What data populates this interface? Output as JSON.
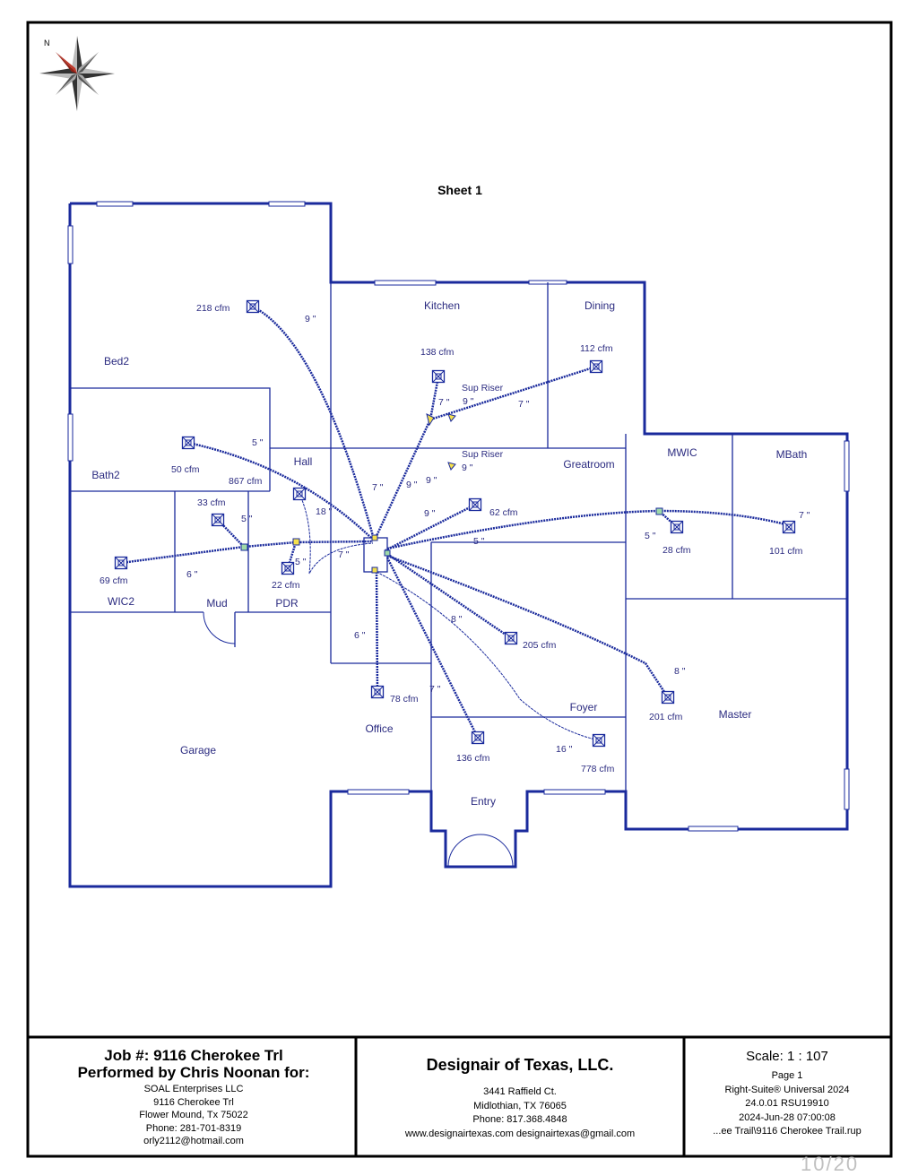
{
  "sheet_title": "Sheet 1",
  "north_label": "N",
  "rooms": {
    "bed2": "Bed2",
    "bath2": "Bath2",
    "hall": "Hall",
    "kitchen": "Kitchen",
    "dining": "Dining",
    "greatroom": "Greatroom",
    "mwic": "MWIC",
    "mbath": "MBath",
    "wic2": "WIC2",
    "mud": "Mud",
    "pdr": "PDR",
    "garage": "Garage",
    "office": "Office",
    "foyer": "Foyer",
    "master": "Master",
    "entry": "Entry"
  },
  "registers": [
    {
      "id": "bed2",
      "cfm": "218 cfm"
    },
    {
      "id": "kitchen",
      "cfm": "138 cfm"
    },
    {
      "id": "dining",
      "cfm": "112 cfm"
    },
    {
      "id": "bath2",
      "cfm": "50 cfm"
    },
    {
      "id": "hall",
      "cfm": "867 cfm"
    },
    {
      "id": "mud",
      "cfm": "33 cfm"
    },
    {
      "id": "wic2",
      "cfm": "69 cfm"
    },
    {
      "id": "pdr",
      "cfm": "22 cfm"
    },
    {
      "id": "greatroom",
      "cfm": "62 cfm"
    },
    {
      "id": "mwic",
      "cfm": "28 cfm"
    },
    {
      "id": "mbath",
      "cfm": "101 cfm"
    },
    {
      "id": "foyer205",
      "cfm": "205 cfm"
    },
    {
      "id": "master",
      "cfm": "201 cfm"
    },
    {
      "id": "office",
      "cfm": "78 cfm"
    },
    {
      "id": "entry",
      "cfm": "136 cfm"
    },
    {
      "id": "foyer778",
      "cfm": "778 cfm"
    }
  ],
  "duct_sizes": [
    "9 \"",
    "7 \"",
    "9 \"",
    "7 \"",
    "5 \"",
    "9 \"",
    "9 \"",
    "9 \"",
    "7 \"",
    "18 \"",
    "5 \"",
    "6 \"",
    "5 \"",
    "7 \"",
    "9 \"",
    "5 \"",
    "5 \"",
    "7 \"",
    "8 \"",
    "6 \"",
    "7 \"",
    "8 \"",
    "16 \""
  ],
  "riser_labels": [
    "Sup Riser",
    "Sup Riser"
  ],
  "title_block": {
    "job": "Job #: 9116 Cherokee Trl",
    "performed": "Performed by Chris Noonan for:",
    "client_lines": [
      "SOAL Enterprises LLC",
      "9116 Cherokee Trl",
      "Flower Mound, Tx 75022",
      "Phone: 281-701-8319",
      "orly2112@hotmail.com"
    ],
    "company": "Designair of Texas, LLC.",
    "company_lines": [
      "3441 Raffield Ct.",
      "Midlothian, TX 76065",
      "Phone: 817.368.4848",
      "www.designairtexas.com  designairtexas@gmail.com"
    ],
    "scale": "Scale: 1 : 107",
    "right_lines": [
      "Page 1",
      "Right-Suite® Universal 2024",
      "24.0.01 RSU19910",
      "2024-Jun-28 07:00:08",
      "...ee Trail\\9116 Cherokee Trail.rup"
    ]
  },
  "page_stamp": "10/20",
  "colors": {
    "wall": "#1a2a9c",
    "duct": "#1a2a9c",
    "text": "#2b2b80",
    "riser": "#f4e04d",
    "joint": "#9fd9a8"
  }
}
